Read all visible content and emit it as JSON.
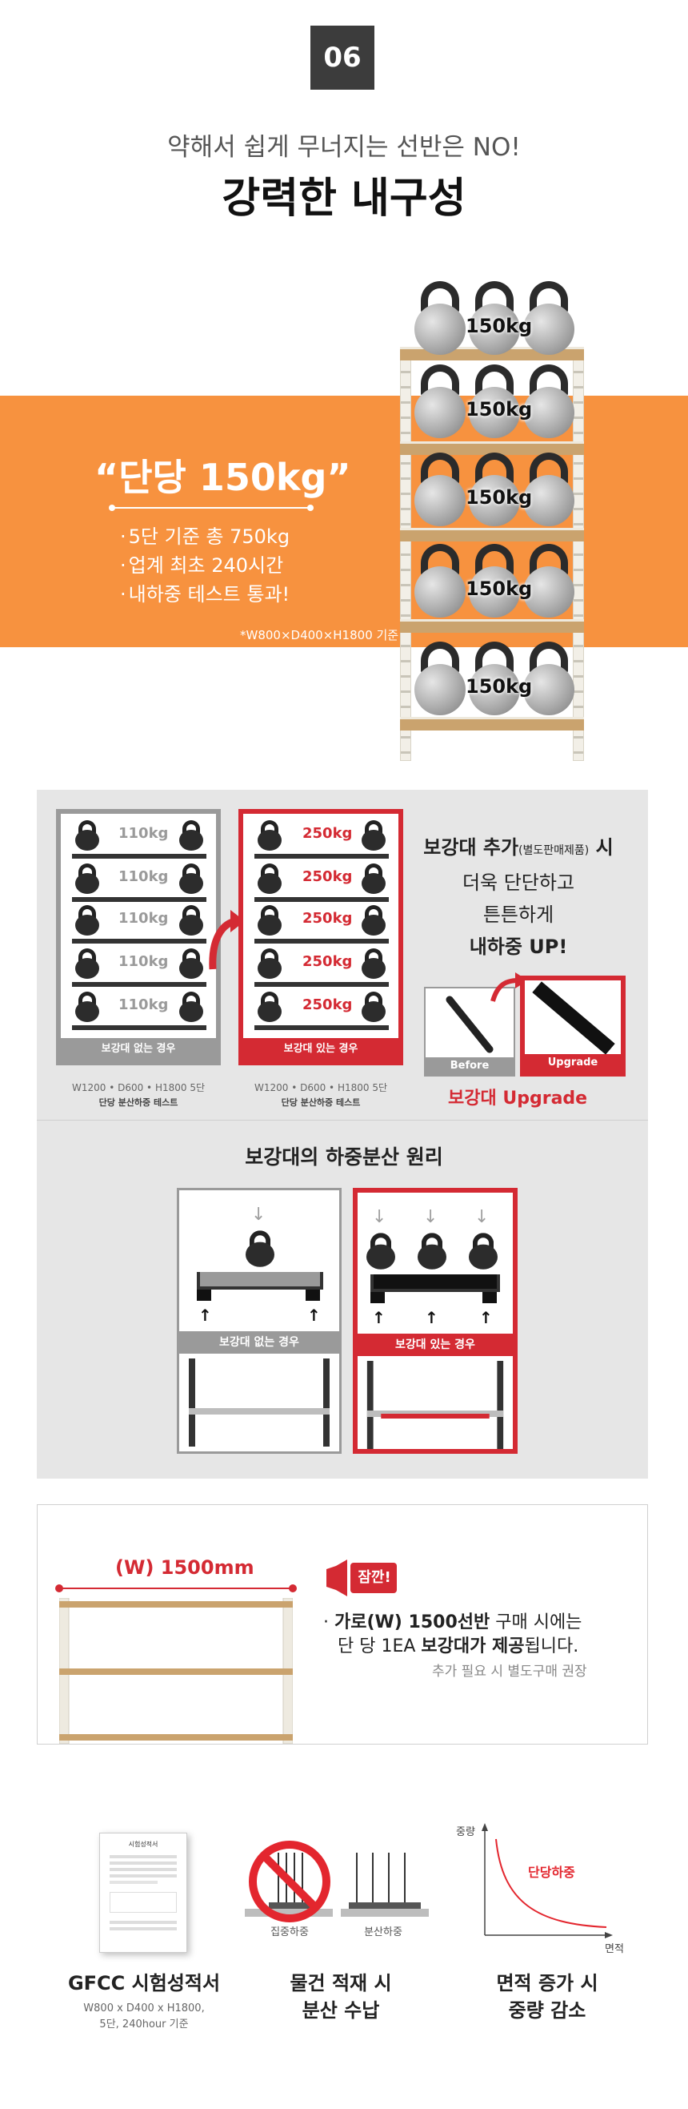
{
  "section1": {
    "badge": "06",
    "subtitle": "약해서 쉽게 무너지는 선반은 NO!",
    "title": "강력한 내구성",
    "headline": "“단당 150kg”",
    "bullets": [
      "5단 기준 총 750kg",
      "업계 최초 240시간",
      "내하중 테스트 통과!"
    ],
    "note": "*W800×D400×H1800 기준",
    "tier_load": "150kg",
    "colors": {
      "orange": "#f7923f",
      "board": "#caa36e"
    }
  },
  "comparison": {
    "without": {
      "tier_load": "110kg",
      "caption": "보강대 없는 경우",
      "spec": "W1200 • D600 • H1800   5단",
      "test": "단당 분산하중 테스트"
    },
    "with": {
      "tier_load": "250kg",
      "caption": "보강대 있는 경우",
      "spec": "W1200 • D600 • H1800   5단",
      "test": "단당 분산하중 테스트"
    },
    "reinforce": {
      "line1_a": "보강대 추가",
      "line1_b": "(별도판매제품)",
      "line1_c": " 시",
      "line2": "더욱 단단하고",
      "line3": "튼튼하게",
      "line4": "내하중 UP!"
    },
    "before_label": "Before",
    "upgrade_label": "Upgrade",
    "upgrade_caption": "보강대 Upgrade",
    "accent": "#d42a33"
  },
  "principle": {
    "title": "보강대의 하중분산 원리",
    "without_caption": "보강대 없는 경우",
    "with_caption": "보강대 있는 경우"
  },
  "width_section": {
    "width_label": "(W) 1500mm",
    "notice_badge": "잠깐!",
    "notice_a": "가로(W) 1500선반",
    "notice_b": " 구매 시에는",
    "notice_c": "단 당 1EA ",
    "notice_d": "보강대가 제공",
    "notice_e": "됩니다.",
    "notice_sub": "추가 필요 시 별도구매 권장"
  },
  "features": {
    "cert_title": "GFCC 시험성적서",
    "cert_sub": [
      "W800 x D400 x H1800,",
      "5단, 240hour 기준"
    ],
    "cert_doc_heading": "시험성적서",
    "load_title": [
      "물건 적재 시",
      "분산 수납"
    ],
    "load_left": "집중하중",
    "load_right": "분산하중",
    "area_title": [
      "면적 증가 시",
      "중량 감소"
    ],
    "graph_y": "중량",
    "graph_x": "면적",
    "graph_curve": "단당하중"
  }
}
